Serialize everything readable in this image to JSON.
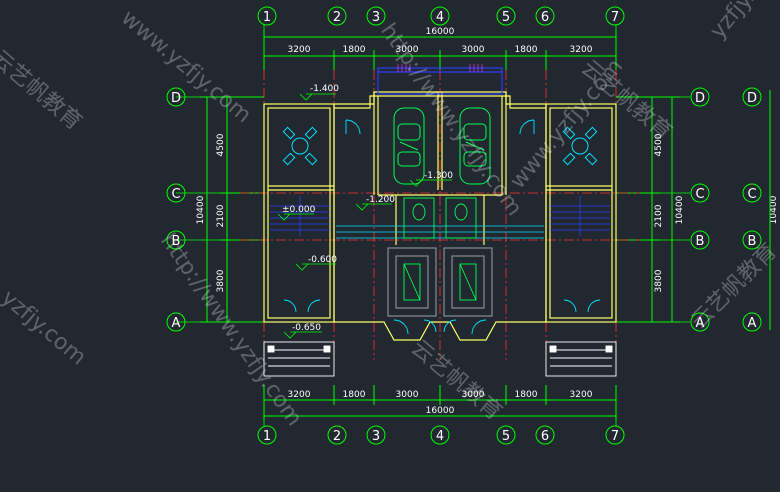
{
  "top_dims": [
    "3200",
    "1800",
    "3000",
    "3000",
    "1800",
    "3200"
  ],
  "top_total": "16000",
  "bottom_dims": [
    "3200",
    "1800",
    "3000",
    "3000",
    "1800",
    "3200"
  ],
  "bottom_total": "16000",
  "col_labels": [
    "1",
    "2",
    "3",
    "4",
    "5",
    "6",
    "7"
  ],
  "row_labels": [
    "D",
    "C",
    "B",
    "A"
  ],
  "left_dims": [
    "4500",
    "2100",
    "3800"
  ],
  "left_total": "10400",
  "right_dims": [
    "4500",
    "2100",
    "3800"
  ],
  "right_total": "10400",
  "far_right_total": "10400",
  "elevations": {
    "e1": "-1.400",
    "e2": "-1.300",
    "e3": "-1.200",
    "e4": "±0.000",
    "e5": "-0.600",
    "e6": "-0.650"
  },
  "watermarks": {
    "w1": "www.yzfjy.com",
    "w2": "http://www.yzfjy.com",
    "w3": "云艺帆教育",
    "w4": "http://www.yzfjy.com",
    "w5": "云艺帆教育",
    "w6": "www.yzfjy.com",
    "w7": "yzfjy.com",
    "w8": "云艺帆教育",
    "w9": "yzfjy.com",
    "w10": "云艺帆教育"
  },
  "colors": {
    "background": "#212830",
    "dimension": "#00ff00",
    "wall": "#ffff66",
    "axis": "#ff3030",
    "blue": "#2a3cff",
    "cyan": "#00e5ff",
    "green": "#00ff55",
    "magenta": "#ff44ff",
    "white": "#ffffff"
  }
}
